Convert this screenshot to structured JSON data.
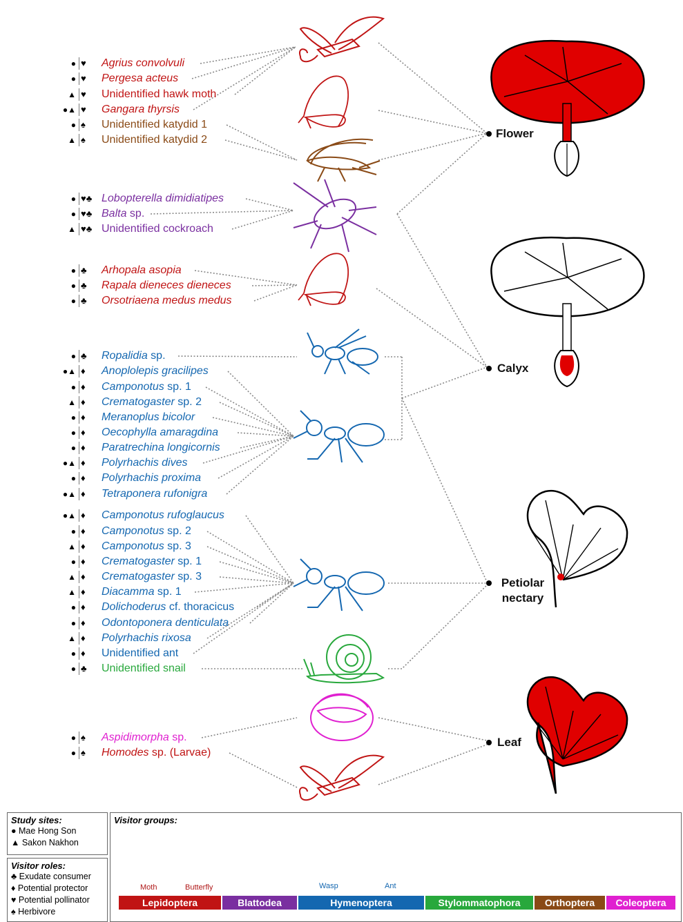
{
  "colors": {
    "lepidoptera": "#c01414",
    "blattodea": "#7a2fa0",
    "hymenoptera": "#1467b0",
    "stylommatophora": "#28a83c",
    "orthoptera": "#8a4a16",
    "coleoptera": "#e020d0",
    "plant_red": "#e00000"
  },
  "nodes": {
    "flower": "Flower",
    "calyx": "Calyx",
    "petiolar_1": "Petiolar",
    "petiolar_2": "nectary",
    "leaf": "Leaf"
  },
  "species": [
    {
      "sites": "●",
      "roles": "♥",
      "name": "Agrius convolvuli",
      "suffix": "",
      "italic": true,
      "group": "lepidoptera"
    },
    {
      "sites": "●",
      "roles": "♥",
      "name": "Pergesa acteus",
      "suffix": "",
      "italic": true,
      "group": "lepidoptera"
    },
    {
      "sites": "▲",
      "roles": "♥",
      "name": "Unidentified hawk moth",
      "suffix": "",
      "italic": false,
      "group": "lepidoptera"
    },
    {
      "sites": "●▲",
      "roles": "♥",
      "name": "Gangara thyrsis",
      "suffix": "",
      "italic": true,
      "group": "lepidoptera"
    },
    {
      "sites": "●",
      "roles": "♠",
      "name": "Unidentified katydid 1",
      "suffix": "",
      "italic": false,
      "group": "orthoptera"
    },
    {
      "sites": "▲",
      "roles": "♠",
      "name": "Unidentified katydid 2",
      "suffix": "",
      "italic": false,
      "group": "orthoptera"
    },
    {
      "sites": "●",
      "roles": "♥♣",
      "name": "Lobopterella dimidiatipes",
      "suffix": "",
      "italic": true,
      "group": "blattodea"
    },
    {
      "sites": "●",
      "roles": "♥♣",
      "name": "Balta",
      "suffix": " sp.",
      "italic": true,
      "group": "blattodea"
    },
    {
      "sites": "▲",
      "roles": "♥♣",
      "name": "Unidentified cockroach",
      "suffix": "",
      "italic": false,
      "group": "blattodea"
    },
    {
      "sites": "●",
      "roles": "♣",
      "name": "Arhopala asopia",
      "suffix": "",
      "italic": true,
      "group": "lepidoptera"
    },
    {
      "sites": "●",
      "roles": "♣",
      "name": "Rapala dieneces dieneces",
      "suffix": "",
      "italic": true,
      "group": "lepidoptera"
    },
    {
      "sites": "●",
      "roles": "♣",
      "name": "Orsotriaena medus medus",
      "suffix": "",
      "italic": true,
      "group": "lepidoptera"
    },
    {
      "sites": "●",
      "roles": "♣",
      "name": "Ropalidia",
      "suffix": " sp.",
      "italic": true,
      "group": "hymenoptera"
    },
    {
      "sites": "●▲",
      "roles": "♦",
      "name": "Anoplolepis gracilipes",
      "suffix": "",
      "italic": true,
      "group": "hymenoptera"
    },
    {
      "sites": "●",
      "roles": "♦",
      "name": "Camponotus",
      "suffix": " sp. 1",
      "italic": true,
      "group": "hymenoptera"
    },
    {
      "sites": "▲",
      "roles": "♦",
      "name": "Crematogaster",
      "suffix": " sp. 2",
      "italic": true,
      "group": "hymenoptera"
    },
    {
      "sites": "●",
      "roles": "♦",
      "name": "Meranoplus bicolor",
      "suffix": "",
      "italic": true,
      "group": "hymenoptera"
    },
    {
      "sites": "●",
      "roles": "♦",
      "name": "Oecophylla amaragdina",
      "suffix": "",
      "italic": true,
      "group": "hymenoptera"
    },
    {
      "sites": "●",
      "roles": "♦",
      "name": "Paratrechina longicornis",
      "suffix": "",
      "italic": true,
      "group": "hymenoptera"
    },
    {
      "sites": "●▲",
      "roles": "♦",
      "name": "Polyrhachis dives",
      "suffix": "",
      "italic": true,
      "group": "hymenoptera"
    },
    {
      "sites": "●",
      "roles": "♦",
      "name": "Polyrhachis proxima",
      "suffix": "",
      "italic": true,
      "group": "hymenoptera"
    },
    {
      "sites": "●▲",
      "roles": "♦",
      "name": "Tetraponera rufonigra",
      "suffix": "",
      "italic": true,
      "group": "hymenoptera"
    },
    {
      "sites": "●▲",
      "roles": "♦",
      "name": "Camponotus rufoglaucus",
      "suffix": "",
      "italic": true,
      "group": "hymenoptera"
    },
    {
      "sites": "●",
      "roles": "♦",
      "name": "Camponotus",
      "suffix": " sp. 2",
      "italic": true,
      "group": "hymenoptera"
    },
    {
      "sites": "▲",
      "roles": "♦",
      "name": "Camponotus",
      "suffix": " sp. 3",
      "italic": true,
      "group": "hymenoptera"
    },
    {
      "sites": "●",
      "roles": "♦",
      "name": "Crematogaster",
      "suffix": " sp. 1",
      "italic": true,
      "group": "hymenoptera"
    },
    {
      "sites": "▲",
      "roles": "♦",
      "name": "Crematogaster",
      "suffix": " sp. 3",
      "italic": true,
      "group": "hymenoptera"
    },
    {
      "sites": "▲",
      "roles": "♦",
      "name": "Diacamma",
      "suffix": " sp. 1",
      "italic": true,
      "group": "hymenoptera"
    },
    {
      "sites": "●",
      "roles": "♦",
      "name": "Dolichoderus",
      "suffix": " cf. thoracicus",
      "italic": true,
      "group": "hymenoptera"
    },
    {
      "sites": "●",
      "roles": "♦",
      "name": "Odontoponera denticulata",
      "suffix": "",
      "italic": true,
      "group": "hymenoptera"
    },
    {
      "sites": "▲",
      "roles": "♦",
      "name": "Polyrhachis rixosa",
      "suffix": "",
      "italic": true,
      "group": "hymenoptera"
    },
    {
      "sites": "●",
      "roles": "♦",
      "name": "Unidentified ant",
      "suffix": "",
      "italic": false,
      "group": "hymenoptera"
    },
    {
      "sites": "●",
      "roles": "♣",
      "name": "Unidentified snail",
      "suffix": "",
      "italic": false,
      "group": "stylommatophora"
    },
    {
      "sites": "●",
      "roles": "♠",
      "name": "Aspidimorpha",
      "suffix": " sp.",
      "italic": true,
      "group": "coleoptera"
    },
    {
      "sites": "●",
      "roles": "♠",
      "name": "Homodes",
      "suffix": " sp. (Larvae)",
      "italic": true,
      "group": "lepidoptera"
    }
  ],
  "legend": {
    "study_sites_title": "Study sites:",
    "site_1": "● Mae Hong Son",
    "site_2": "▲ Sakon Nakhon",
    "roles_title": "Visitor roles:",
    "role_1": "♣ Exudate consumer",
    "role_2": "♦ Potential protector",
    "role_3": "♥ Potential pollinator",
    "role_4": "♠ Herbivore",
    "groups_title": "Visitor groups:",
    "moth": "Moth",
    "butterfly": "Butterfly",
    "wasp": "Wasp",
    "ant": "Ant",
    "groups": {
      "lepidoptera": "Lepidoptera",
      "blattodea": "Blattodea",
      "hymenoptera": "Hymenoptera",
      "stylommatophora": "Stylommatophora",
      "orthoptera": "Orthoptera",
      "coleoptera": "Coleoptera"
    }
  }
}
